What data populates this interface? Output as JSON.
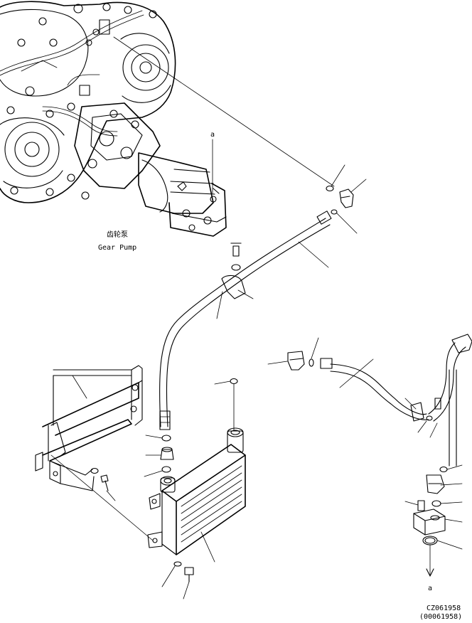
{
  "labels": {
    "pump_cn": "齿轮泵",
    "pump_en": "Gear Pump",
    "ref_a_top": "a",
    "ref_a_bottom": "a",
    "drawing_no": "CZ061958",
    "drawing_no_alt": "(00061958)"
  }
}
